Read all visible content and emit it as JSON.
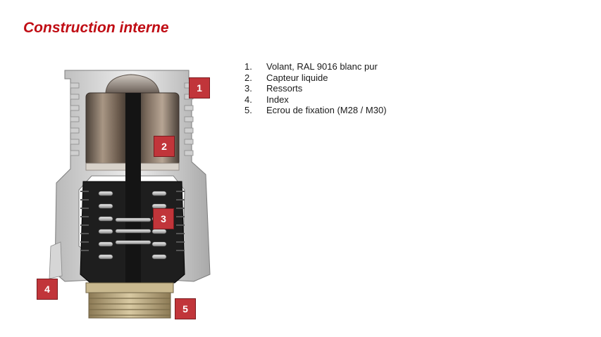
{
  "title": "Construction interne",
  "legend": [
    {
      "num": "1.",
      "text": "Volant, RAL 9016 blanc pur"
    },
    {
      "num": "2.",
      "text": "Capteur liquide"
    },
    {
      "num": "3.",
      "text": "Ressorts"
    },
    {
      "num": "4.",
      "text": "Index"
    },
    {
      "num": "5.",
      "text": "Ecrou de fixation (M28 / M30)"
    }
  ],
  "callouts": [
    "1",
    "2",
    "3",
    "4",
    "5"
  ],
  "colors": {
    "title": "#c00d14",
    "callout": "#c1353a"
  }
}
